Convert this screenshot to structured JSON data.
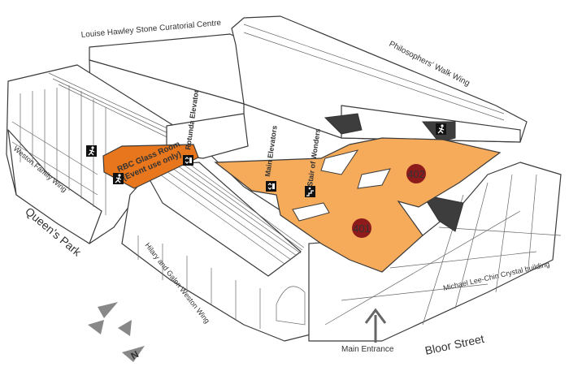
{
  "labels": {
    "curatorial": "Louise Hawley Stone Curatorial Centre",
    "philosophers": "Philosophers' Walk Wing",
    "weston_family": "Weston Family Wing",
    "queens_park": "Queen's Park",
    "hilary_galen": "Hilary and Galen Weston Wing",
    "crystal": "Michael Lee-Chin Crystal building",
    "bloor": "Bloor Street",
    "main_entrance": "Main Entrance",
    "rotunda": "Rotunda Elevator",
    "main_elevators": "Main Elevators",
    "stair": "Stair of Wonders",
    "rbc_line1": "RBC Glass Room",
    "rbc_line2": "(Event use only)"
  },
  "rooms": {
    "r401": "401",
    "r402": "402"
  },
  "compass": {
    "north": "N"
  },
  "colors": {
    "gallery_fill": "#f6ab5a",
    "rbc_fill": "#e8761c",
    "room_badge": "#8e1b1b",
    "line": "#3a3a3a",
    "text": "#333333"
  },
  "icons": [
    "exit-icon",
    "elevator-icon",
    "stair-icon"
  ]
}
